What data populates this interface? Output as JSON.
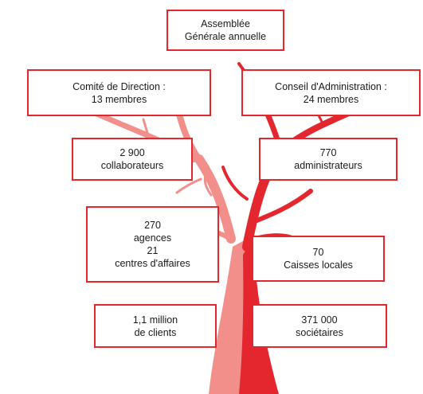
{
  "colors": {
    "box_border": "#e4272e",
    "trunk_right": "#e4272e",
    "trunk_left": "#f28f8a",
    "text": "#1a1a1a"
  },
  "boxes": {
    "assemblee": {
      "line1": "Assemblée",
      "line2": "Générale annuelle"
    },
    "comite": {
      "line1": "Comité de Direction :",
      "line2": "13 membres"
    },
    "conseil": {
      "line1": "Conseil d'Administration :",
      "line2": "24 membres"
    },
    "collaborateurs": {
      "line1": "2 900",
      "line2": "collaborateurs"
    },
    "administrateurs": {
      "line1": "770",
      "line2": "administrateurs"
    },
    "agences": {
      "line1": "270",
      "line2": "agences",
      "line3": "21",
      "line4": "centres d'affaires"
    },
    "caisses": {
      "line1": "70",
      "line2": "Caisses locales"
    },
    "clients": {
      "line1": "1,1 million",
      "line2": "de clients"
    },
    "societaires": {
      "line1": "371 000",
      "line2": "sociétaires"
    }
  }
}
